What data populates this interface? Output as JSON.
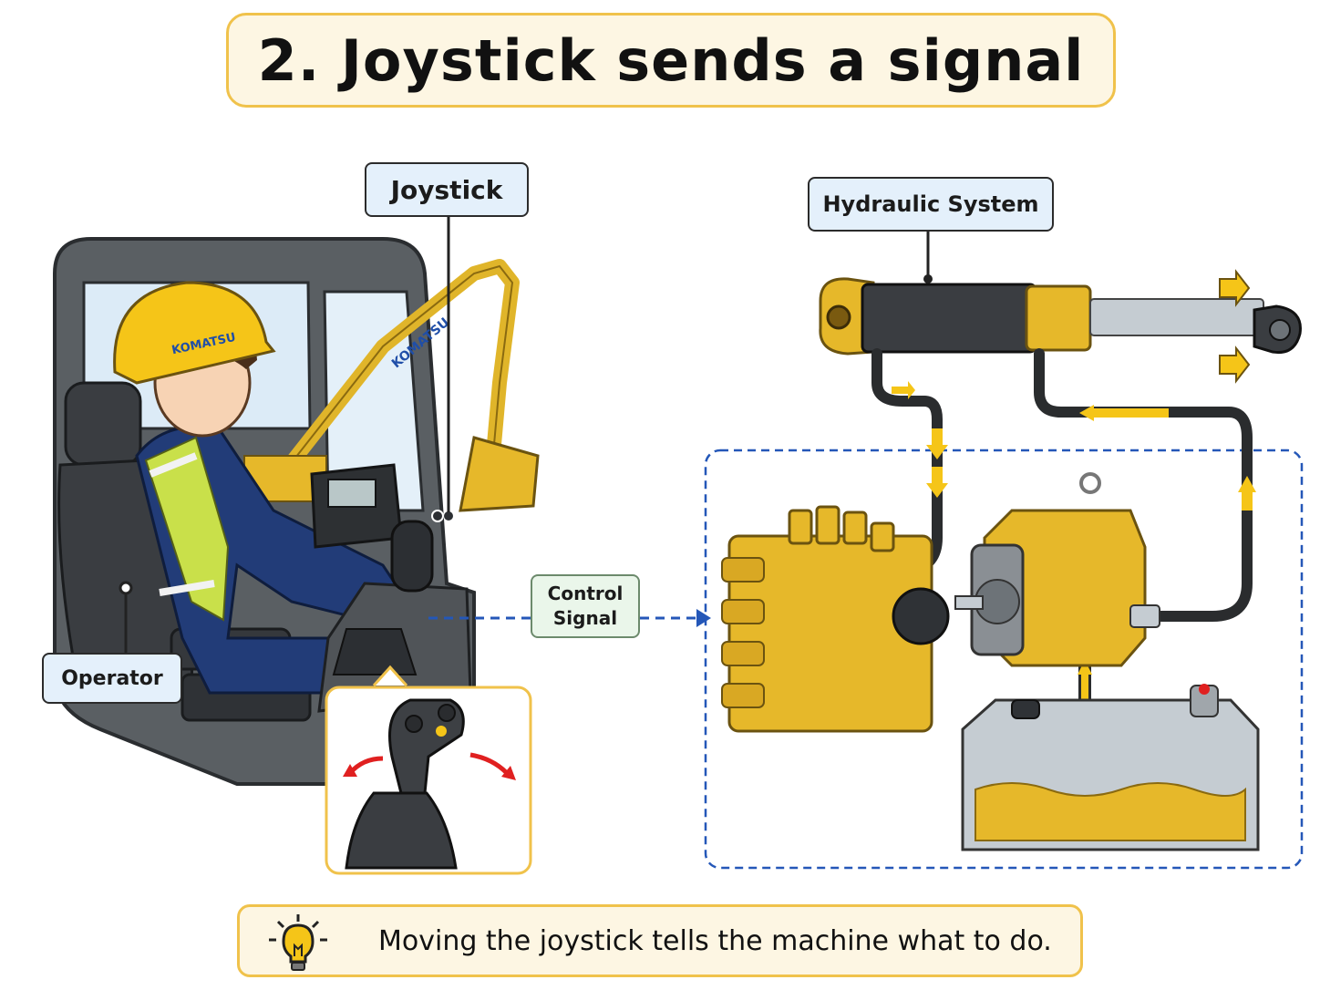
{
  "title": "2.  Joystick sends a signal",
  "labels": {
    "joystick": "Joystick",
    "hydraulic_system": "Hydraulic System",
    "operator": "Operator",
    "control_signal_line1": "Control",
    "control_signal_line2": "Signal"
  },
  "brand": "KOMATSU",
  "tip": {
    "icon": "lightbulb-icon",
    "text": "Moving the joystick tells the machine what to do."
  },
  "colors": {
    "accent_yellow": "#f0c24b",
    "machine_yellow": "#e6b82a",
    "signal_blue": "#2457b8",
    "arrow_red": "#e02020",
    "label_blue": "#e4f0fb"
  }
}
